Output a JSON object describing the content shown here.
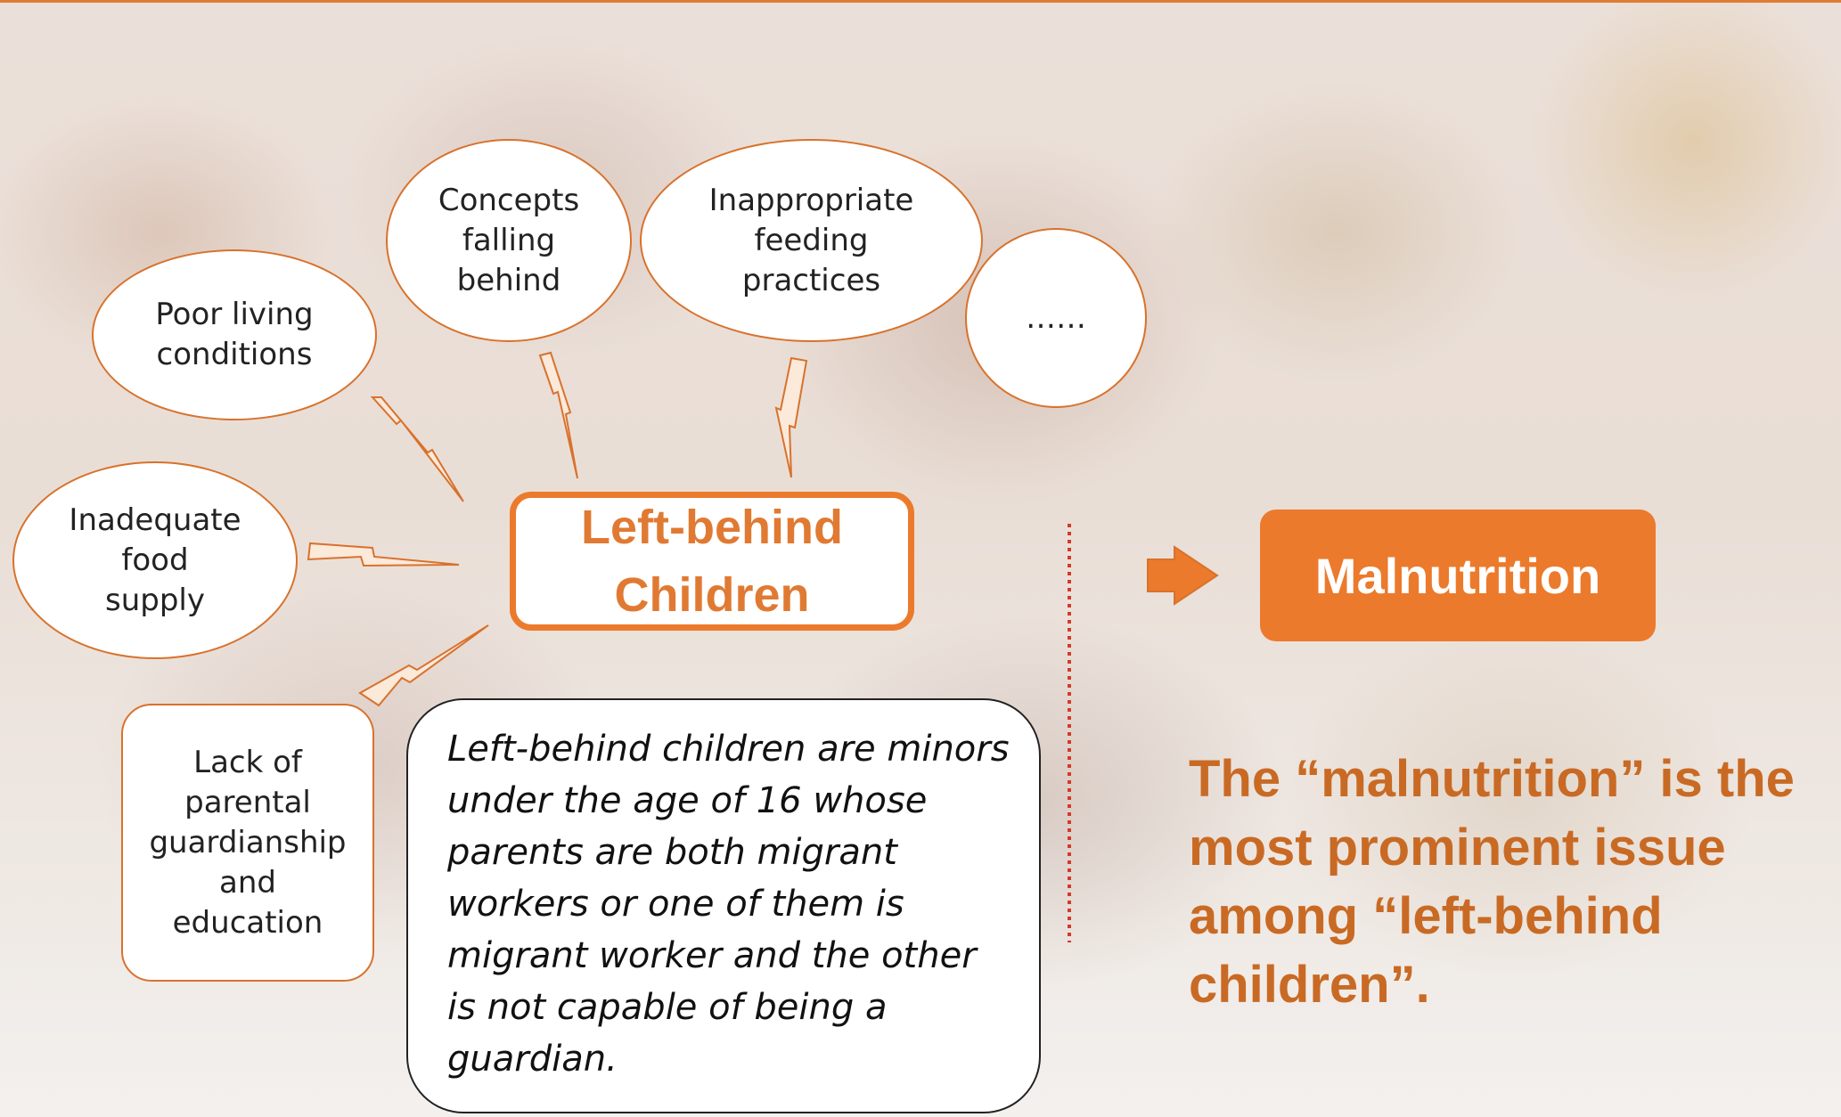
{
  "causes": [
    {
      "id": "poor-living",
      "label": "Poor living\nconditions"
    },
    {
      "id": "concepts",
      "label": "Concepts\nfalling\nbehind"
    },
    {
      "id": "feeding",
      "label": "Inappropriate\nfeeding\npractices"
    },
    {
      "id": "more",
      "label": "……"
    },
    {
      "id": "food-supply",
      "label": "Inadequate\nfood\nsupply"
    },
    {
      "id": "guardianship",
      "label": "Lack of\nparental\nguardianship\nand\neducation"
    }
  ],
  "center": {
    "label": "Left-behind\nChildren"
  },
  "definition": "Left-behind children are minors under the age of 16 whose parents are both migrant workers or one of them is migrant worker and the other is not capable of being a guardian.",
  "outcome": {
    "label": "Malnutrition"
  },
  "statement": "The “malnutrition” is the most prominent issue among “left-behind children”.",
  "colors": {
    "accent": "#ec7a2c",
    "divider": "#d23a2a",
    "text_orange": "#c96a24"
  },
  "icons": {
    "bolt": "lightning-bolt-icon",
    "arrow": "arrow-right-icon"
  }
}
